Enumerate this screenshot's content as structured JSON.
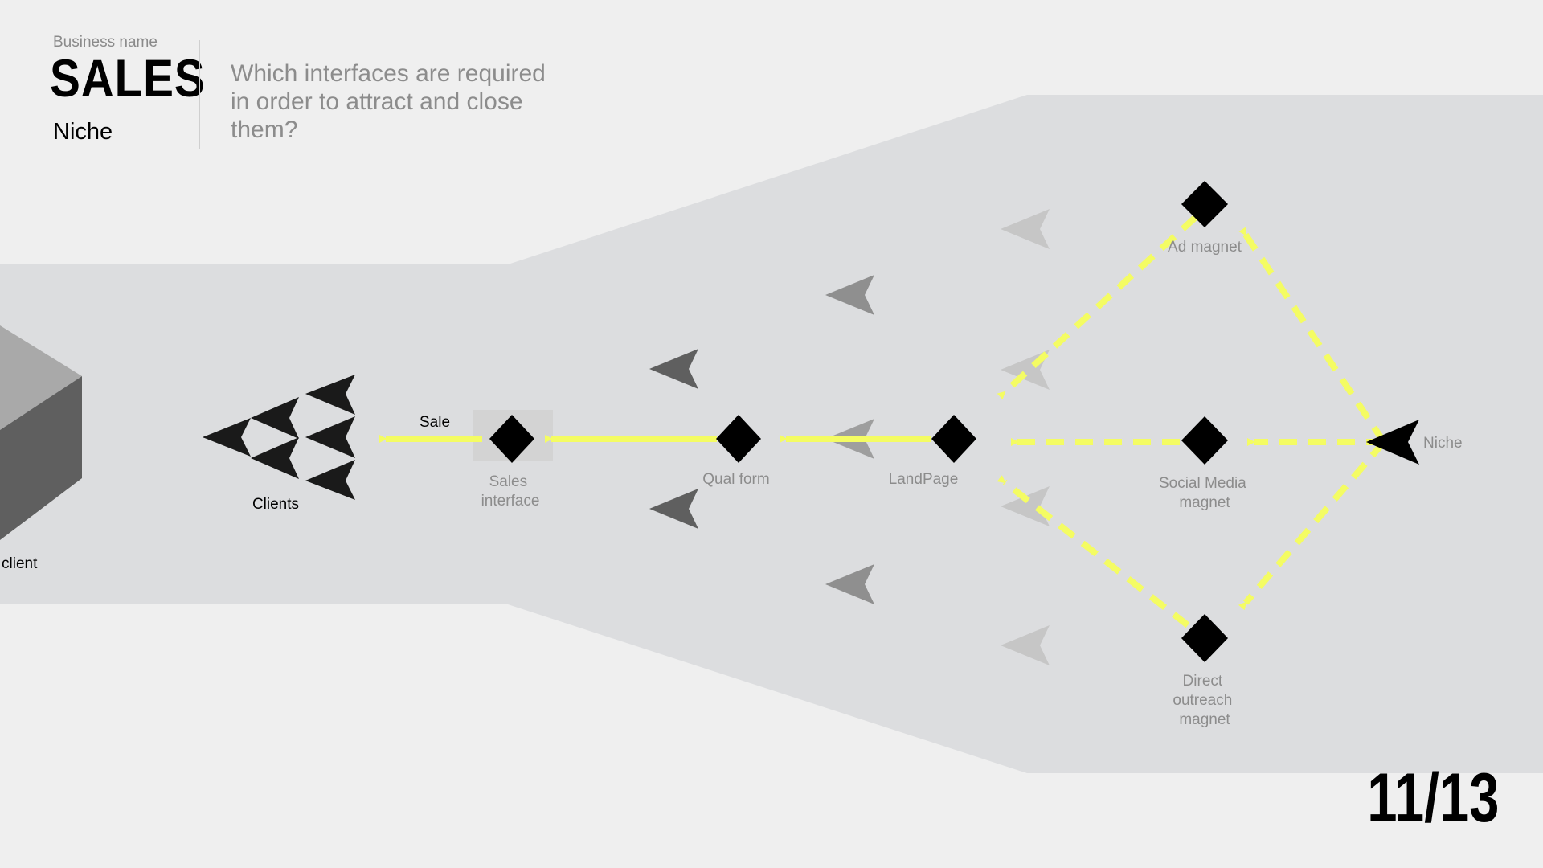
{
  "header": {
    "business_label": "Business name",
    "title": "SALES",
    "subtitle": "Niche",
    "question": "Which interfaces are required in order to attract and close them?"
  },
  "page_number": "11/13",
  "diagram": {
    "nodes": {
      "client": "client",
      "clients": "Clients",
      "sale": "Sale",
      "sales_interface": [
        "Sales",
        "interface"
      ],
      "qual_form": "Qual form",
      "landpage": "LandPage",
      "ad_magnet": "Ad magnet",
      "social_media_magnet": [
        "Social Media",
        "magnet"
      ],
      "direct_outreach_magnet": [
        "Direct",
        "outreach",
        "magnet"
      ],
      "niche": "Niche"
    },
    "colors": {
      "arrow": "#f4fc63",
      "funnel": "#dcdddf",
      "node": "#000000",
      "label": "#8c8c8c"
    }
  }
}
